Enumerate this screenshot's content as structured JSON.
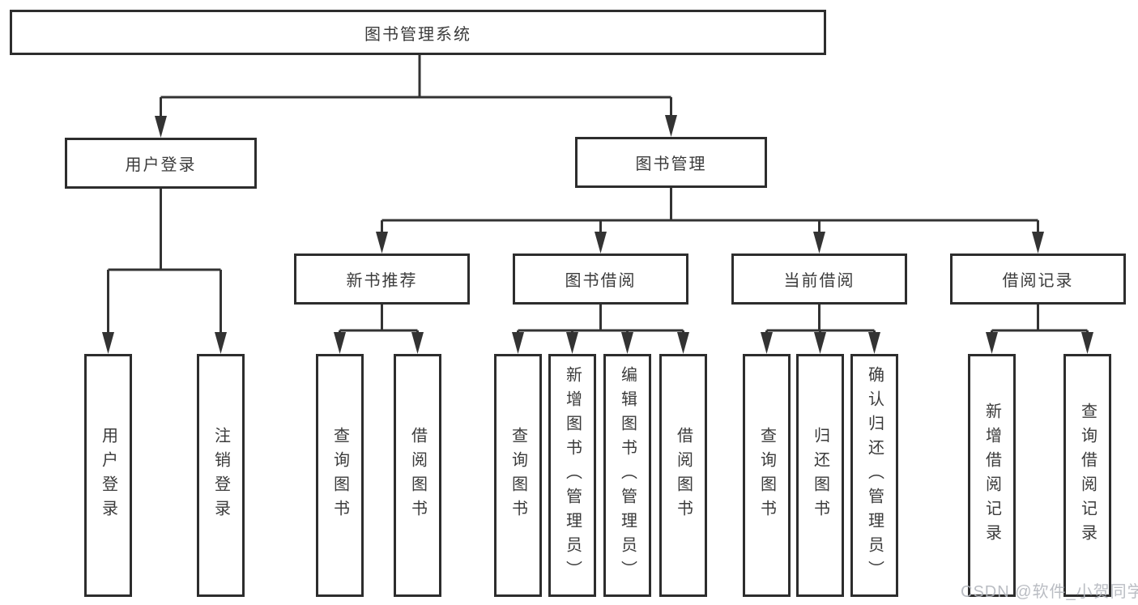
{
  "root": {
    "label": "图书管理系统"
  },
  "branches": [
    {
      "label": "用户登录",
      "leaves": [
        {
          "label": "用户登录"
        },
        {
          "label": "注销登录"
        }
      ]
    },
    {
      "label": "图书管理",
      "groups": [
        {
          "label": "新书推荐",
          "leaves": [
            {
              "label": "查询图书"
            },
            {
              "label": "借阅图书"
            }
          ]
        },
        {
          "label": "图书借阅",
          "leaves": [
            {
              "label": "查询图书"
            },
            {
              "label": "新增图书（管理员）"
            },
            {
              "label": "编辑图书（管理员）"
            },
            {
              "label": "借阅图书"
            }
          ]
        },
        {
          "label": "当前借阅",
          "leaves": [
            {
              "label": "查询图书"
            },
            {
              "label": "归还图书"
            },
            {
              "label": "确认归还（管理员）"
            }
          ]
        },
        {
          "label": "借阅记录",
          "leaves": [
            {
              "label": "新增借阅记录"
            },
            {
              "label": "查询借阅记录"
            }
          ]
        }
      ]
    }
  ],
  "watermark": "CSDN @软件_小贺同学",
  "colors": {
    "line": "#333333",
    "box_border": "#2d2d2d",
    "text": "#3b3b3b",
    "watermark": "#b3b6bd",
    "background": "#ffffff"
  }
}
